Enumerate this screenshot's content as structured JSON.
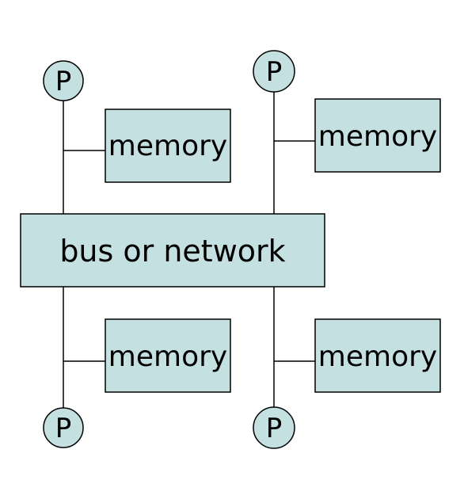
{
  "diagram": {
    "bus": {
      "label": "bus or network"
    },
    "processors": [
      {
        "label": "P"
      },
      {
        "label": "P"
      },
      {
        "label": "P"
      },
      {
        "label": "P"
      }
    ],
    "memories": [
      {
        "label": "memory"
      },
      {
        "label": "memory"
      },
      {
        "label": "memory"
      },
      {
        "label": "memory"
      }
    ],
    "colors": {
      "fill": "#c5e0e0",
      "stroke": "#000000",
      "text": "#000000"
    }
  }
}
